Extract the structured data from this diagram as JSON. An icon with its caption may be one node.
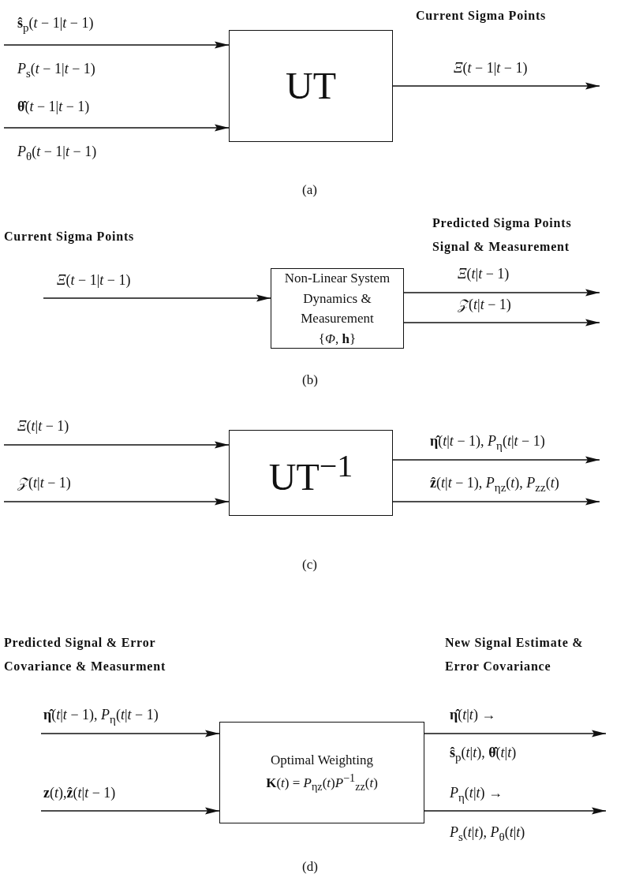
{
  "diagram": {
    "nodes": [
      {
        "text": [
          "UT"
        ]
      },
      {
        "text": [
          "Non-Linear System Dynamics & Measurement",
          "{*Φ*, **h**}"
        ]
      },
      {
        "text": [
          "UT$^{−1}$"
        ]
      },
      {
        "text": [
          "Optimal Weighting",
          "**K**(*t*) = *P*$_{ηz}$(*t*)*P*$^{−1}$$_{zz}$(*t*)"
        ]
      }
    ],
    "edges": [
      {
        "from": null,
        "to": 0,
        "arrow": "to",
        "label": "**ŝ**$_{p}$(*t* − 1|*t* − 1)"
      },
      {
        "from": null,
        "to": 0,
        "arrow": "to",
        "label": "**θ̂**(*t* − 1|*t* − 1)"
      },
      {
        "from": 0,
        "to": null,
        "arrow": "to",
        "label": "*Ξ*(*t* − 1|*t* − 1)"
      },
      {
        "from": null,
        "to": 1,
        "arrow": "to",
        "label": "*Ξ*(*t* − 1|*t* − 1)"
      },
      {
        "from": 1,
        "to": null,
        "arrow": "to",
        "label": "*Ξ*(*t*|*t* − 1)"
      },
      {
        "from": 1,
        "to": null,
        "arrow": "to",
        "label": "*𝒵*(*t*|*t* − 1)"
      },
      {
        "from": null,
        "to": 2,
        "arrow": "to",
        "label": "*Ξ*(*t*|*t* − 1)"
      },
      {
        "from": null,
        "to": 2,
        "arrow": "to",
        "label": "*𝒵*(*t*|*t* − 1)"
      },
      {
        "from": 2,
        "to": null,
        "arrow": "to",
        "label": "**η̂**(*t*|*t* − 1), *P*$_{η}$(*t*|*t* − 1)"
      },
      {
        "from": 2,
        "to": null,
        "arrow": "to",
        "label": "**ẑ**(*t*|*t* − 1), *P*$_{ηz}$(*t*), *P*$_{zz}$(*t*)"
      },
      {
        "from": null,
        "to": 3,
        "arrow": "to",
        "label": "**η̂**(*t*|*t* − 1), *P*$_{η}$(*t*|*t* − 1)"
      },
      {
        "from": null,
        "to": 3,
        "arrow": "to",
        "label": "**z**(*t*),**ẑ**(*t*|*t* − 1)"
      },
      {
        "from": 3,
        "to": null,
        "arrow": "to",
        "label": "**η̂**(*t*|*t*) →"
      },
      {
        "from": 3,
        "to": null,
        "arrow": "to",
        "label": "*P*$_{η}$(*t*|*t*) →"
      }
    ],
    "labels": [
      "Current Sigma Points",
      "*P*$_{s}$(*t* − 1|*t* − 1)",
      "*P*$_{θ}$(*t* − 1|*t* − 1)",
      "(a)",
      "Current Sigma Points",
      "Predicted Sigma Points Signal & Measurement",
      "(b)",
      "(c)",
      "Predicted Signal & Error Covariance & Measurment",
      "New Signal Estimate & Error Covariance",
      "**ŝ**$_{p}$(*t*|*t*), **θ̂**(*t*|*t*)",
      "*P*$_{s}$(*t*|*t*), *P*$_{θ}$(*t*|*t*)",
      "(d)"
    ]
  }
}
